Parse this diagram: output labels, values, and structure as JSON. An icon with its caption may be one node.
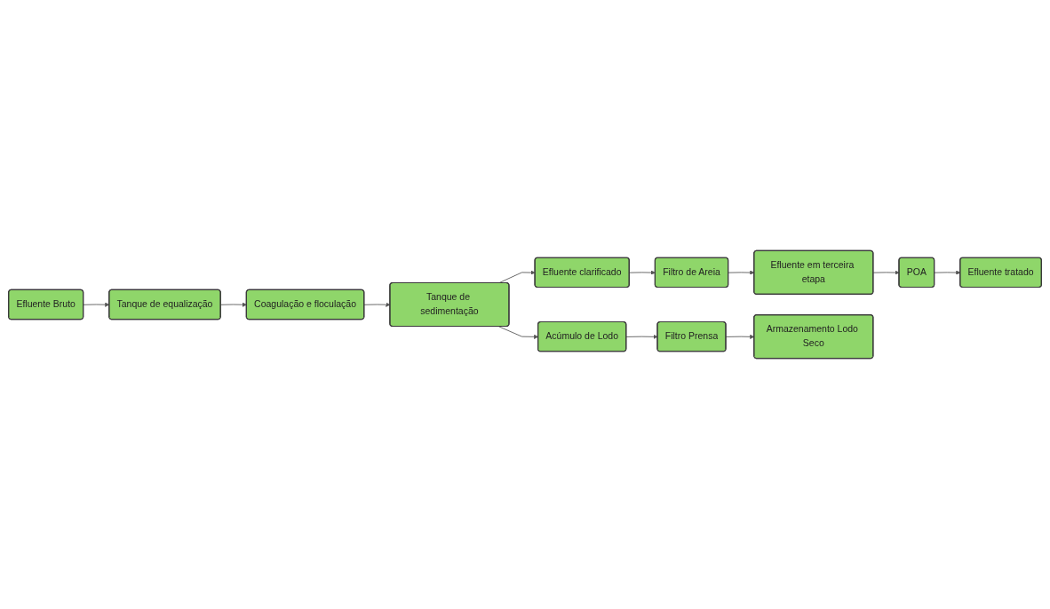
{
  "diagram": {
    "nodes": [
      {
        "text": [
          "Efluente Bruto"
        ]
      },
      {
        "text": [
          "Tanque de equalização"
        ]
      },
      {
        "text": [
          "Coagulação e floculação"
        ]
      },
      {
        "text": [
          "Tanque de sedimentação"
        ]
      },
      {
        "text": [
          "Efluente clarificado"
        ]
      },
      {
        "text": [
          "Filtro de Areia"
        ]
      },
      {
        "text": [
          "Efluente em terceira etapa"
        ]
      },
      {
        "text": [
          "Acúmulo de Lodo"
        ]
      },
      {
        "text": [
          "POA"
        ]
      },
      {
        "text": [
          "Filtro Prensa"
        ]
      },
      {
        "text": [
          "Efluente tratado"
        ]
      },
      {
        "text": [
          "Armazenamento Lodo Seco"
        ]
      }
    ],
    "edges": [
      {
        "from": 0,
        "to": 1,
        "arrow": "to"
      },
      {
        "from": 1,
        "to": 2,
        "arrow": "to"
      },
      {
        "from": 2,
        "to": 3,
        "arrow": "to"
      },
      {
        "from": 3,
        "to": 4,
        "arrow": "to"
      },
      {
        "from": 4,
        "to": 5,
        "arrow": "to"
      },
      {
        "from": 5,
        "to": 6,
        "arrow": "to"
      },
      {
        "from": 6,
        "to": 8,
        "arrow": "to"
      },
      {
        "from": 8,
        "to": 10,
        "arrow": "to"
      },
      {
        "from": 3,
        "to": 7,
        "arrow": "to"
      },
      {
        "from": 7,
        "to": 9,
        "arrow": "to"
      },
      {
        "from": 9,
        "to": 11,
        "arrow": "to"
      }
    ]
  }
}
